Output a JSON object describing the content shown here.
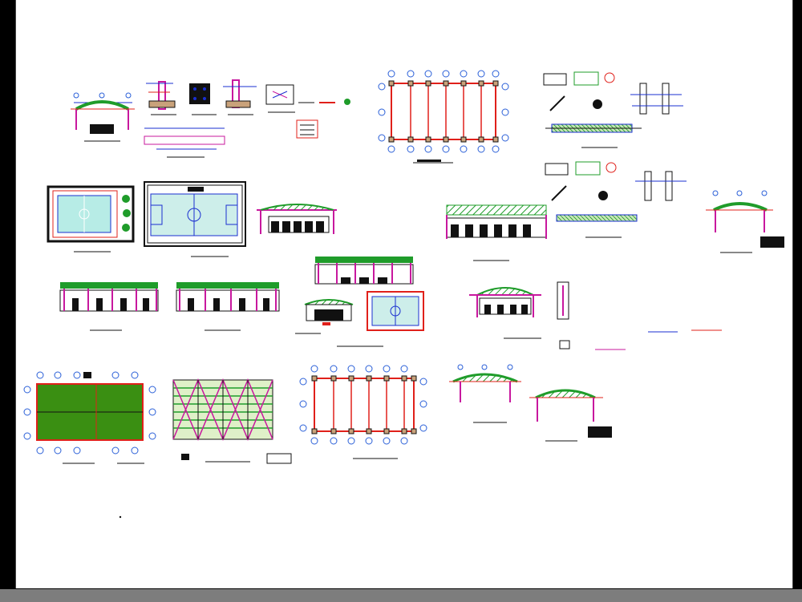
{
  "sheet": {
    "background_color": "#000000",
    "paper_color": "#ffffff",
    "bottom_bar_color": "#7d7d7d"
  },
  "colors": {
    "grid_red": "#e0201a",
    "roof_green": "#1f9c2a",
    "field_green": "#3a8f12",
    "column_magenta": "#c8189e",
    "dim_blue": "#1a2fd0",
    "bubble_blue": "#2a5fd8",
    "dark": "#111111",
    "wood": "#c9a27a",
    "court_cyan": "#7fd6d0"
  },
  "drawings": [
    "section-top-left",
    "detail-column-1",
    "detail-plate",
    "detail-column-2",
    "detail-box",
    "detail-small-parts",
    "plan-grid-top",
    "details-right-top",
    "details-right-mid",
    "section-far-right",
    "site-plan-1",
    "site-plan-2",
    "elevation-a",
    "elevation-long",
    "elevation-row-1",
    "elevation-row-2",
    "elevation-mid",
    "section-small-mid",
    "court-plan-mid",
    "section-right-mid",
    "detail-vertical",
    "field-plan-bottom",
    "roof-framing-plan",
    "plan-grid-bottom",
    "section-bottom-1",
    "section-bottom-2"
  ]
}
